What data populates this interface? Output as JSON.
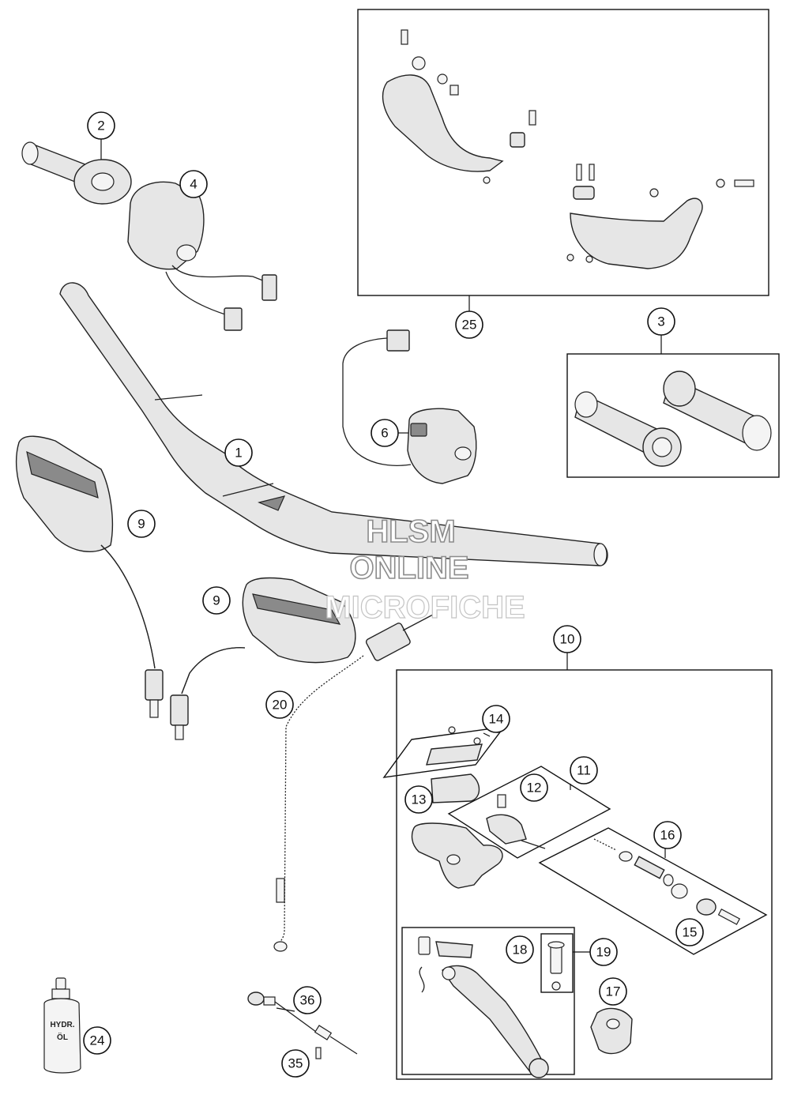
{
  "diagram": {
    "callouts": [
      {
        "id": "1",
        "label": "1"
      },
      {
        "id": "2",
        "label": "2"
      },
      {
        "id": "3",
        "label": "3"
      },
      {
        "id": "4",
        "label": "4"
      },
      {
        "id": "6",
        "label": "6"
      },
      {
        "id": "9a",
        "label": "9"
      },
      {
        "id": "9b",
        "label": "9"
      },
      {
        "id": "10",
        "label": "10"
      },
      {
        "id": "11",
        "label": "11"
      },
      {
        "id": "12",
        "label": "12"
      },
      {
        "id": "13",
        "label": "13"
      },
      {
        "id": "14",
        "label": "14"
      },
      {
        "id": "15",
        "label": "15"
      },
      {
        "id": "16",
        "label": "16"
      },
      {
        "id": "17",
        "label": "17"
      },
      {
        "id": "18",
        "label": "18"
      },
      {
        "id": "19",
        "label": "19"
      },
      {
        "id": "20",
        "label": "20"
      },
      {
        "id": "24",
        "label": "24"
      },
      {
        "id": "25",
        "label": "25"
      },
      {
        "id": "35",
        "label": "35"
      },
      {
        "id": "36",
        "label": "36"
      }
    ],
    "oil_bottle_label": {
      "line1": "HYDR.",
      "line2": "ÖL"
    }
  },
  "watermark": {
    "line1": "HLSM",
    "line2": "ONLINE",
    "line3": "MICROFICHE"
  }
}
